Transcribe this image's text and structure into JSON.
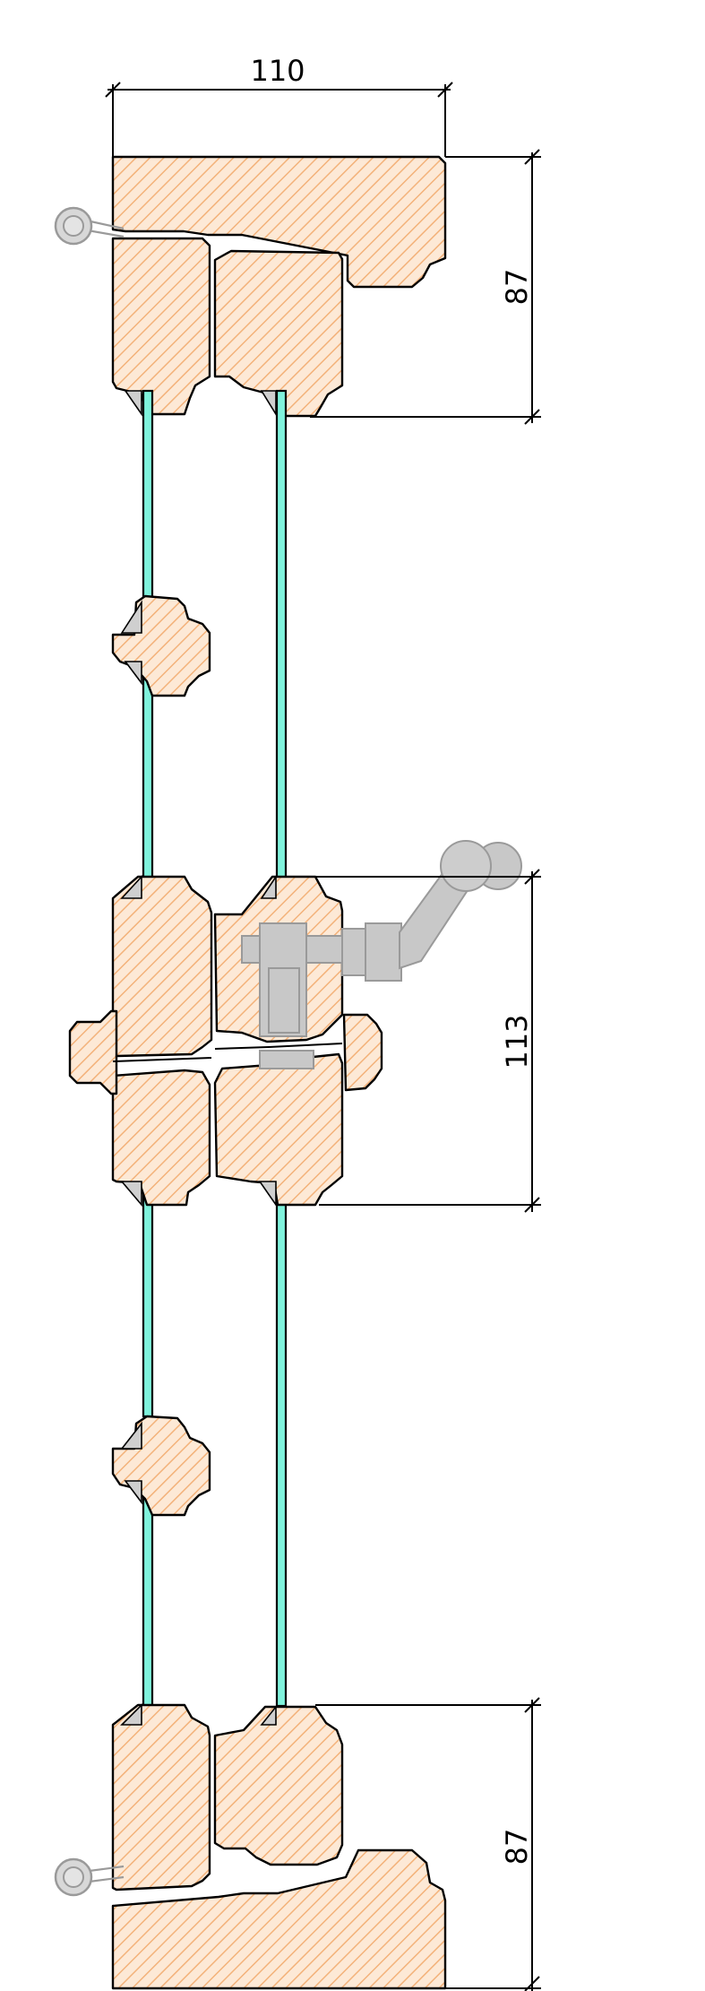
{
  "dimensions": {
    "width_top": "110",
    "height_top": "87",
    "height_middle": "113",
    "height_bottom": "87"
  },
  "colors": {
    "wood_hatch": "#f3b27a",
    "wood_fill": "#fde9d6",
    "glass": "#7ff2dc",
    "hardware": "#c8c8c8"
  }
}
